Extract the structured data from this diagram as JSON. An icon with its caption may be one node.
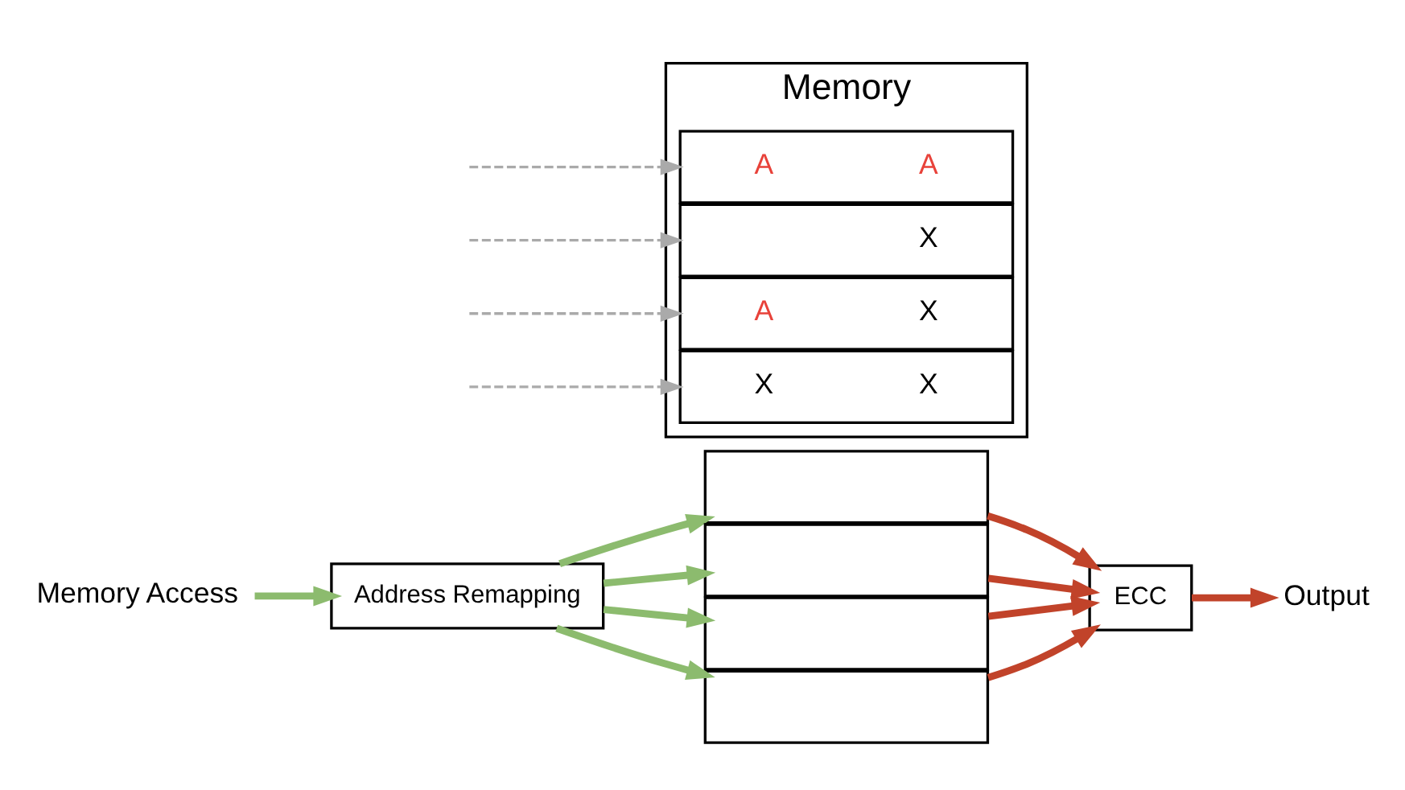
{
  "diagram": {
    "nodes": [
      {
        "text": [
          "Memory Access"
        ]
      },
      {
        "text": [
          "Address Remapping"
        ]
      },
      {
        "text": [
          "Memory"
        ]
      },
      {
        "text": [
          "A",
          "A"
        ],
        "in": 2
      },
      {
        "text": [
          "X"
        ],
        "in": 2
      },
      {
        "text": [
          "A",
          "X"
        ],
        "in": 2
      },
      {
        "text": [
          "X",
          "X"
        ],
        "in": 2
      },
      {
        "text": [],
        "shape": "box"
      },
      {
        "text": [],
        "shape": "box"
      },
      {
        "text": [],
        "shape": "box"
      },
      {
        "text": [],
        "shape": "box"
      },
      {
        "text": [
          "ECC"
        ]
      },
      {
        "text": [
          "Output"
        ]
      }
    ],
    "edges": [
      {
        "from": 0,
        "to": 1,
        "arrow": "to",
        "color": "#8cbb6e"
      },
      {
        "from": null,
        "to": 3,
        "arrow": "to",
        "style": "dashed",
        "color": "#aaaaaa"
      },
      {
        "from": null,
        "to": 4,
        "arrow": "to",
        "style": "dashed",
        "color": "#aaaaaa"
      },
      {
        "from": null,
        "to": 5,
        "arrow": "to",
        "style": "dashed",
        "color": "#aaaaaa"
      },
      {
        "from": null,
        "to": 6,
        "arrow": "to",
        "style": "dashed",
        "color": "#aaaaaa"
      },
      {
        "from": 1,
        "to": 7,
        "arrow": "to",
        "color": "#8cbb6e"
      },
      {
        "from": 1,
        "to": 8,
        "arrow": "to",
        "color": "#8cbb6e"
      },
      {
        "from": 1,
        "to": 9,
        "arrow": "to",
        "color": "#8cbb6e"
      },
      {
        "from": 1,
        "to": 10,
        "arrow": "to",
        "color": "#8cbb6e"
      },
      {
        "from": 7,
        "to": 11,
        "arrow": "to",
        "color": "#c1432a"
      },
      {
        "from": 8,
        "to": 11,
        "arrow": "to",
        "color": "#c1432a"
      },
      {
        "from": 9,
        "to": 11,
        "arrow": "to",
        "color": "#c1432a"
      },
      {
        "from": 10,
        "to": 11,
        "arrow": "to",
        "color": "#c1432a"
      },
      {
        "from": 11,
        "to": 12,
        "arrow": "to",
        "color": "#c1432a"
      }
    ]
  }
}
